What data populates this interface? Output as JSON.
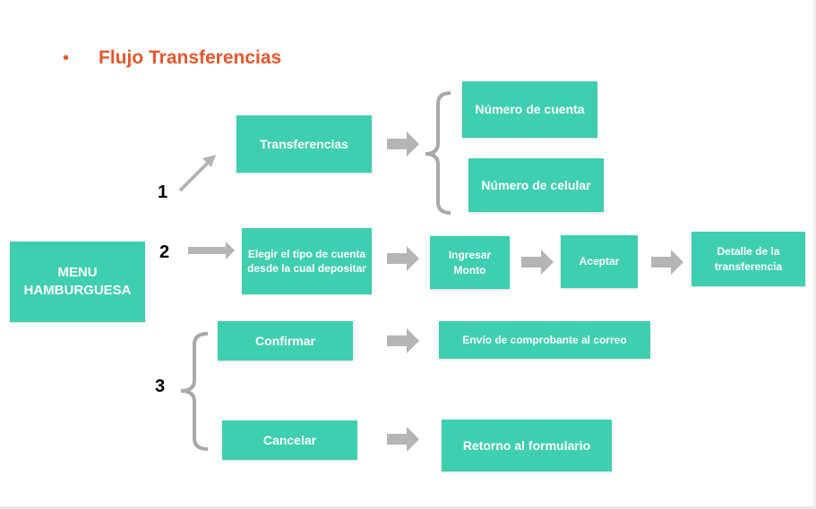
{
  "title": "Flujo Transferencias",
  "bullet": "•",
  "colors": {
    "box": "#3ecfb0",
    "title": "#e8562a",
    "arrow": "#b5b5b5"
  },
  "menu": "MENU HAMBURGUESA",
  "steps": {
    "one": {
      "number": "1",
      "main": "Transferencias",
      "options": [
        "Número de cuenta",
        "Número de celular"
      ]
    },
    "two": {
      "number": "2",
      "flow": [
        "Elegir el tipo de cuenta desde la cual depositar",
        "Ingresar Monto",
        "Aceptar",
        "Detalle de la transferencia"
      ]
    },
    "three": {
      "number": "3",
      "confirm": "Confirmar",
      "confirm_result": "Envío de comprobante  al correo",
      "cancel": "Cancelar",
      "cancel_result": "Retorno al formulario"
    }
  }
}
